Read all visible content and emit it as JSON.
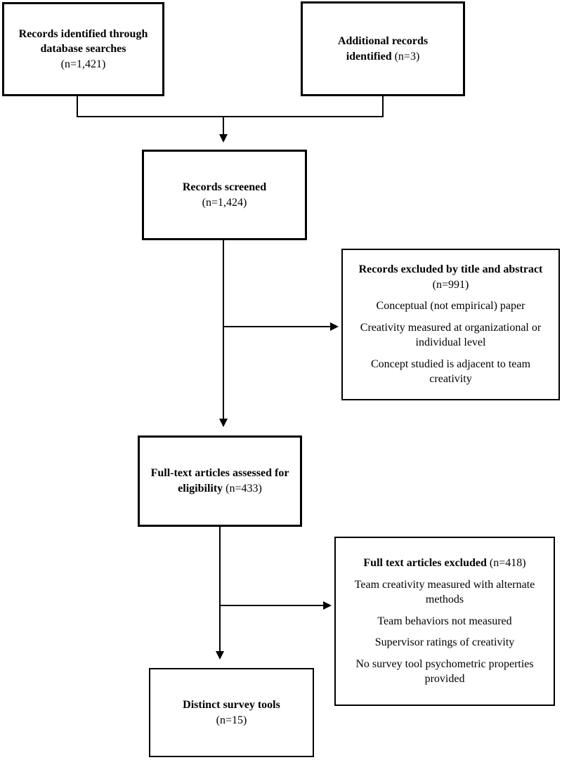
{
  "diagram": {
    "type": "flowchart",
    "colors": {
      "ink": "#000000",
      "background": "#ffffff"
    },
    "box_identified": {
      "label_bold": "Records identified through database searches",
      "count": "(n=1,421)"
    },
    "box_additional": {
      "label_bold": "Additional records identified",
      "count": "(n=3)"
    },
    "box_screened": {
      "label_bold": "Records screened",
      "count": "(n=1,424)"
    },
    "box_excluded_title": {
      "label_bold": "Records excluded by title and abstract",
      "count": "(n=991)",
      "reasons": [
        "Conceptual (not empirical) paper",
        "Creativity measured at organizational or individual level",
        "Concept studied is adjacent to team creativity"
      ]
    },
    "box_fulltext": {
      "label_bold": "Full-text articles assessed for eligibility",
      "count": "(n=433)"
    },
    "box_fulltext_excluded": {
      "label_bold": "Full text articles excluded",
      "count": "(n=418)",
      "reasons": [
        "Team creativity measured with alternate methods",
        "Team behaviors not measured",
        "Supervisor ratings of creativity",
        "No survey tool psychometric properties provided"
      ]
    },
    "box_distinct": {
      "label_bold": "Distinct survey tools",
      "count": "(n=15)"
    }
  }
}
